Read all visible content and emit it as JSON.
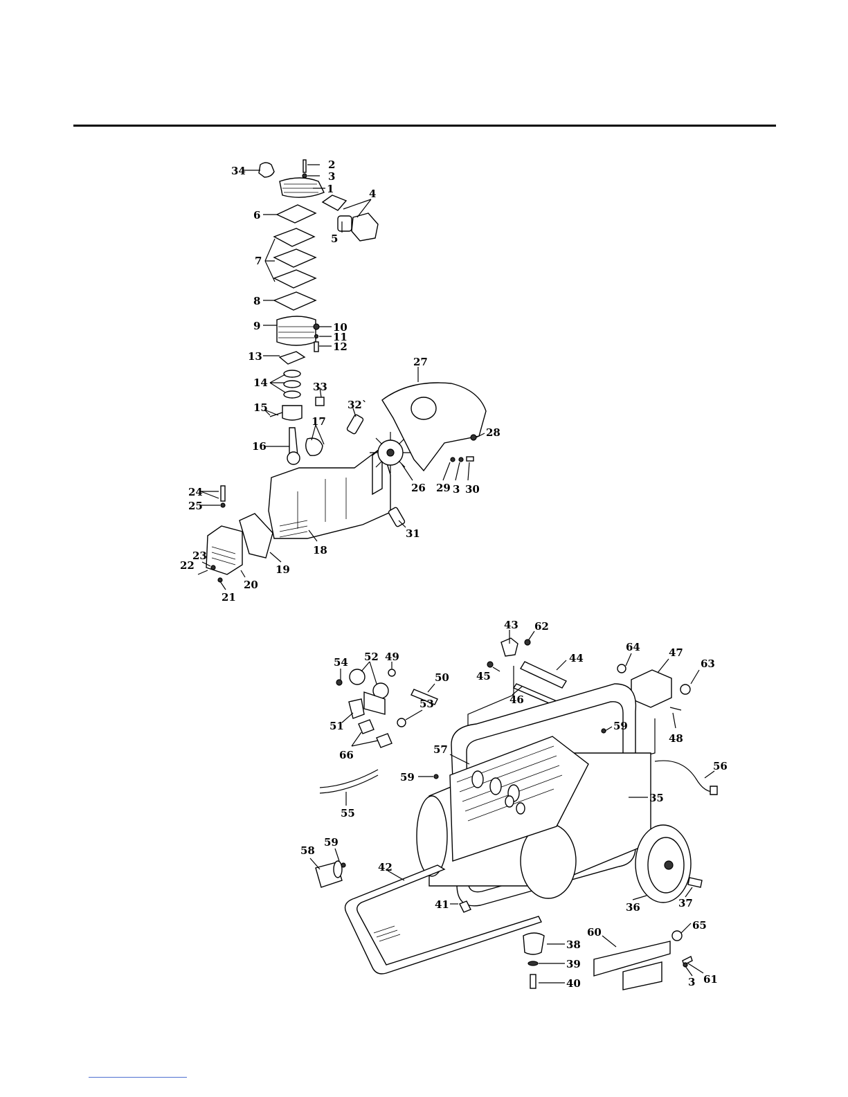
{
  "diagram": {
    "top_callouts": [
      {
        "id": "c34",
        "label": "34"
      },
      {
        "id": "c2",
        "label": "2"
      },
      {
        "id": "c3a",
        "label": "3"
      },
      {
        "id": "c1",
        "label": "1"
      },
      {
        "id": "c4",
        "label": "4"
      },
      {
        "id": "c5",
        "label": "5"
      },
      {
        "id": "c6",
        "label": "6"
      },
      {
        "id": "c7",
        "label": "7"
      },
      {
        "id": "c8",
        "label": "8"
      },
      {
        "id": "c9",
        "label": "9"
      },
      {
        "id": "c10",
        "label": "10"
      },
      {
        "id": "c11",
        "label": "11"
      },
      {
        "id": "c12",
        "label": "12"
      },
      {
        "id": "c13",
        "label": "13"
      },
      {
        "id": "c14",
        "label": "14"
      },
      {
        "id": "c33",
        "label": "33"
      },
      {
        "id": "c27",
        "label": "27"
      },
      {
        "id": "c15",
        "label": "15"
      },
      {
        "id": "c32",
        "label": "32`"
      },
      {
        "id": "c17",
        "label": "17"
      },
      {
        "id": "c28",
        "label": "28"
      },
      {
        "id": "c16",
        "label": "16"
      },
      {
        "id": "c26",
        "label": "26"
      },
      {
        "id": "c29",
        "label": "29"
      },
      {
        "id": "c3b",
        "label": "3"
      },
      {
        "id": "c30",
        "label": "30"
      },
      {
        "id": "c24",
        "label": "24"
      },
      {
        "id": "c25",
        "label": "25"
      },
      {
        "id": "c31",
        "label": "31"
      },
      {
        "id": "c18",
        "label": "18"
      },
      {
        "id": "c23",
        "label": "23"
      },
      {
        "id": "c22",
        "label": "22"
      },
      {
        "id": "c19",
        "label": "19"
      },
      {
        "id": "c20",
        "label": "20"
      },
      {
        "id": "c21",
        "label": "21"
      }
    ],
    "bottom_callouts": [
      {
        "id": "c43",
        "label": "43"
      },
      {
        "id": "c62",
        "label": "62"
      },
      {
        "id": "c54",
        "label": "54"
      },
      {
        "id": "c52",
        "label": "52"
      },
      {
        "id": "c49",
        "label": "49"
      },
      {
        "id": "c44",
        "label": "44"
      },
      {
        "id": "c64",
        "label": "64"
      },
      {
        "id": "c47",
        "label": "47"
      },
      {
        "id": "c63",
        "label": "63"
      },
      {
        "id": "c45",
        "label": "45"
      },
      {
        "id": "c50",
        "label": "50"
      },
      {
        "id": "c46",
        "label": "46"
      },
      {
        "id": "c53",
        "label": "53"
      },
      {
        "id": "c51",
        "label": "51"
      },
      {
        "id": "c48",
        "label": "48"
      },
      {
        "id": "c59a",
        "label": "59"
      },
      {
        "id": "c66",
        "label": "66"
      },
      {
        "id": "c57",
        "label": "57"
      },
      {
        "id": "c56",
        "label": "56"
      },
      {
        "id": "c59b",
        "label": "59"
      },
      {
        "id": "c35",
        "label": "35"
      },
      {
        "id": "c55",
        "label": "55"
      },
      {
        "id": "c58",
        "label": "58"
      },
      {
        "id": "c59c",
        "label": "59"
      },
      {
        "id": "c42",
        "label": "42"
      },
      {
        "id": "c36",
        "label": "36"
      },
      {
        "id": "c37",
        "label": "37"
      },
      {
        "id": "c41",
        "label": "41"
      },
      {
        "id": "c65",
        "label": "65"
      },
      {
        "id": "c60",
        "label": "60"
      },
      {
        "id": "c38",
        "label": "38"
      },
      {
        "id": "c39",
        "label": "39"
      },
      {
        "id": "c61",
        "label": "61"
      },
      {
        "id": "c3c",
        "label": "3"
      },
      {
        "id": "c40",
        "label": "40"
      }
    ]
  }
}
